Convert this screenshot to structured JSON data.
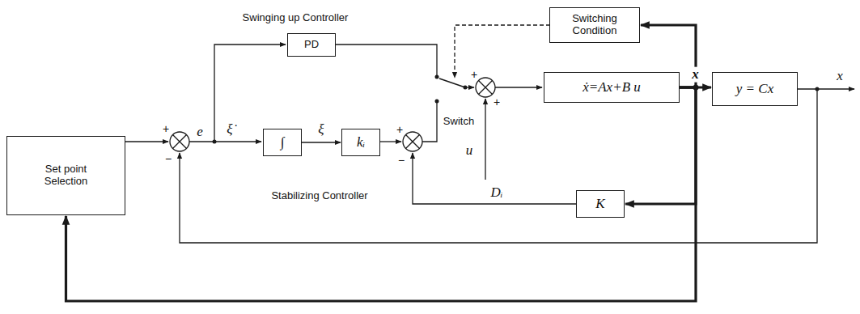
{
  "diagram": {
    "nodes": [
      {
        "text": [
          "Set point Selection"
        ]
      },
      {
        "text": [
          "PD"
        ]
      },
      {
        "text": [
          "Switching Condition"
        ]
      },
      {
        "text": [
          "∫"
        ]
      },
      {
        "text": [
          "kᵢ"
        ]
      },
      {
        "text": [
          "ẋ=Ax+B u"
        ]
      },
      {
        "text": [
          "y = Cx"
        ]
      },
      {
        "text": [
          "K"
        ]
      }
    ],
    "edges": [
      {
        "from": 3,
        "to": 4,
        "arrow": "to",
        "label": "ξ"
      },
      {
        "from": 5,
        "to": 6,
        "arrow": "to",
        "label": "x"
      },
      {
        "from": 5,
        "to": 2,
        "arrow": "to"
      },
      {
        "from": 5,
        "to": 7,
        "arrow": "to"
      },
      {
        "from": 5,
        "to": 0,
        "arrow": "to"
      }
    ],
    "labels": [
      "Swinging up Controller",
      "Stabilizing Controller",
      "Switch",
      "u",
      "e",
      "ξ̇",
      "Dᵢ",
      "x",
      "+",
      "−",
      "+",
      "−",
      "+",
      "+"
    ]
  }
}
